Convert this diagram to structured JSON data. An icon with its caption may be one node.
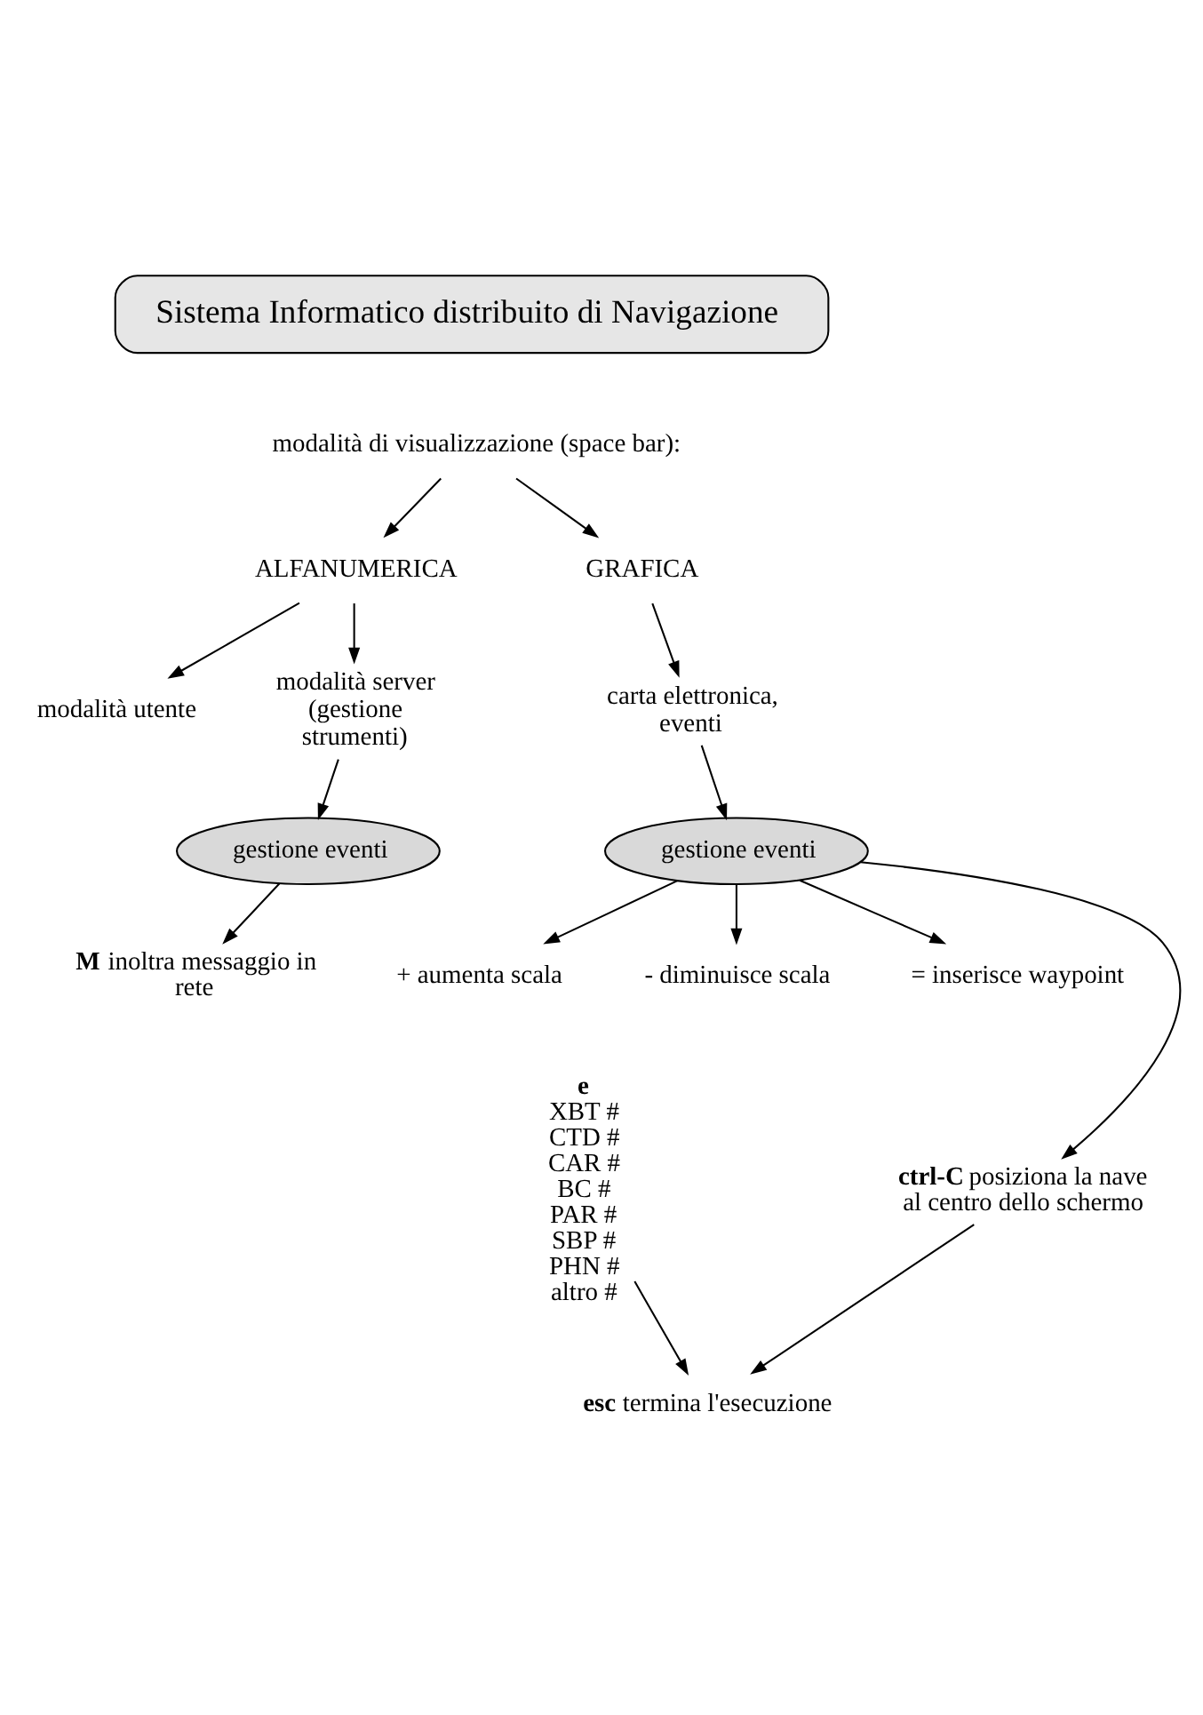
{
  "diagram": {
    "nodes": [
      {
        "text": [
          "Sistema Informatico distribuito di Navigazione"
        ]
      },
      {
        "text": [
          "modalità di visualizzazione (space bar):"
        ]
      },
      {
        "text": [
          "ALFANUMERICA"
        ]
      },
      {
        "text": [
          "GRAFICA"
        ]
      },
      {
        "text": [
          "modalità utente"
        ]
      },
      {
        "text": [
          "modalità server (gestione strumenti)"
        ]
      },
      {
        "text": [
          "gestione eventi"
        ]
      },
      {
        "text": [
          "**M** inoltra messaggio in rete"
        ]
      },
      {
        "text": [
          "e",
          "XBT #",
          "CTD #",
          "CAR #",
          "BC #",
          "PAR #",
          "SBP #",
          "PHN #",
          "altro #"
        ]
      },
      {
        "text": [
          "carta elettronica, eventi"
        ]
      },
      {
        "text": [
          "gestione eventi"
        ]
      },
      {
        "text": [
          "+ aumenta scala"
        ]
      },
      {
        "text": [
          "- diminuisce scala"
        ]
      },
      {
        "text": [
          "= inserisce waypoint"
        ]
      },
      {
        "text": [
          "**ctrl-C** posiziona la nave al centro dello schermo"
        ]
      },
      {
        "text": [
          "**esc** termina l'esecuzione"
        ]
      }
    ],
    "edges": [
      {
        "from": 1,
        "to": 2,
        "arrow": "to"
      },
      {
        "from": 1,
        "to": 3,
        "arrow": "to"
      },
      {
        "from": 2,
        "to": 4,
        "arrow": "to"
      },
      {
        "from": 2,
        "to": 5,
        "arrow": "to"
      },
      {
        "from": 5,
        "to": 6,
        "arrow": "to"
      },
      {
        "from": 6,
        "to": 7,
        "arrow": "to"
      },
      {
        "from": 3,
        "to": 9,
        "arrow": "to"
      },
      {
        "from": 9,
        "to": 10,
        "arrow": "to"
      },
      {
        "from": 10,
        "to": 11,
        "arrow": "to"
      },
      {
        "from": 10,
        "to": 12,
        "arrow": "to"
      },
      {
        "from": 10,
        "to": 13,
        "arrow": "to"
      },
      {
        "from": 10,
        "to": 14,
        "arrow": "to"
      },
      {
        "from": 8,
        "to": 15,
        "arrow": "to"
      },
      {
        "from": 14,
        "to": 15,
        "arrow": "to"
      }
    ]
  }
}
